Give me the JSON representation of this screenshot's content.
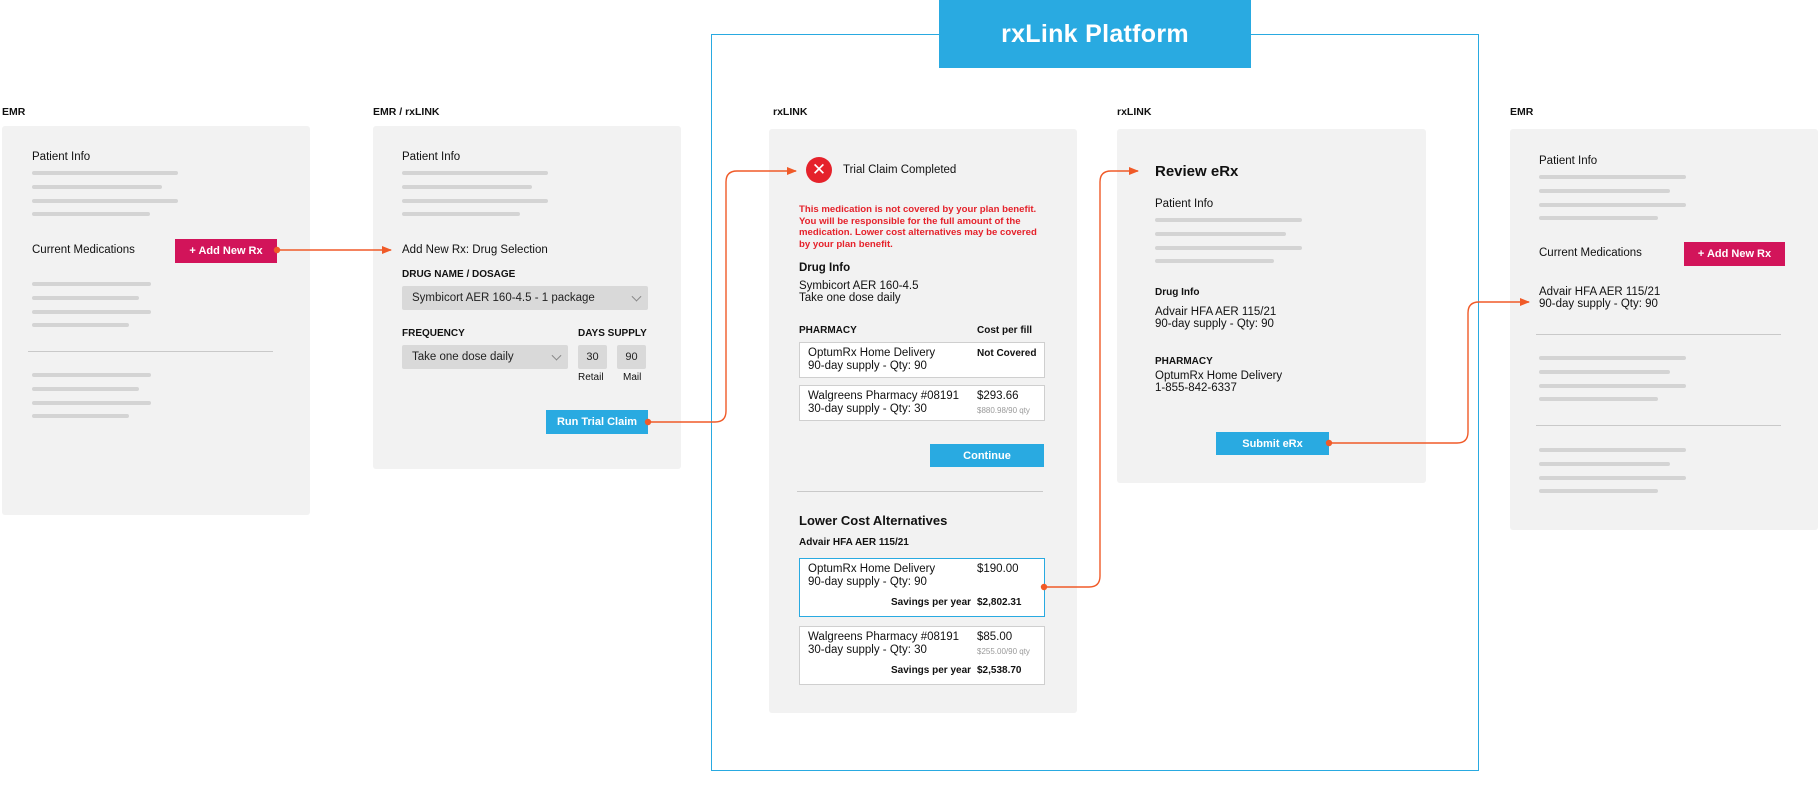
{
  "platform": {
    "title": "rxLink Platform"
  },
  "colors": {
    "accent_blue": "#29aae1",
    "accent_pink": "#d2145a",
    "connector_orange": "#f05a28",
    "error_red": "#e5222b",
    "panel_grey": "#f2f2f2"
  },
  "screens": {
    "emr1": {
      "header": "EMR",
      "patient_info": "Patient Info",
      "current_medications": "Current Medications",
      "add_button": "+ Add New Rx"
    },
    "emr_rxlink": {
      "header": "EMR / rxLINK",
      "patient_info": "Patient Info",
      "section_title": "Add New Rx: Drug Selection",
      "drug_label": "DRUG NAME / DOSAGE",
      "drug_value": "Symbicort AER 160-4.5 - 1 package",
      "frequency_label": "FREQUENCY",
      "frequency_value": "Take one dose daily",
      "days_supply_label": "DAYS SUPPLY",
      "retail_value": "30",
      "mail_value": "90",
      "retail_label": "Retail",
      "mail_label": "Mail",
      "run_button": "Run Trial Claim"
    },
    "rxlink_claim": {
      "header": "rxLINK",
      "status": "Trial Claim Completed",
      "warning": [
        "This medication is not covered by your plan benefit.",
        "You will be responsible for the full amount of the",
        "medication. Lower cost alternatives may be covered",
        "by your plan benefit."
      ],
      "drug_info_label": "Drug Info",
      "drug_name": "Symbicort AER 160-4.5",
      "drug_directions": "Take one dose daily",
      "pharmacy_label": "PHARMACY",
      "cost_label": "Cost per fill",
      "pharmacies": [
        {
          "name": "OptumRx Home Delivery",
          "supply": "90-day supply - Qty: 90",
          "cost": "Not Covered",
          "sub": ""
        },
        {
          "name": "Walgreens Pharmacy #08191",
          "supply": "30-day supply - Qty: 30",
          "cost": "$293.66",
          "sub": "$880.98/90 qty"
        }
      ],
      "continue_button": "Continue",
      "alternatives_title": "Lower Cost Alternatives",
      "alternative_drug": "Advair HFA AER 115/21",
      "alternatives": [
        {
          "name": "OptumRx Home Delivery",
          "supply": "90-day supply - Qty: 90",
          "cost": "$190.00",
          "sub": "",
          "savings_label": "Savings per year",
          "savings": "$2,802.31"
        },
        {
          "name": "Walgreens Pharmacy #08191",
          "supply": "30-day supply - Qty: 30",
          "cost": "$85.00",
          "sub": "$255.00/90 qty",
          "savings_label": "Savings per year",
          "savings": "$2,538.70"
        }
      ]
    },
    "rxlink_review": {
      "header": "rxLINK",
      "title": "Review eRx",
      "patient_info": "Patient Info",
      "drug_info_label": "Drug Info",
      "drug_name": "Advair HFA AER 115/21",
      "drug_supply": "90-day supply - Qty: 90",
      "pharmacy_label": "PHARMACY",
      "pharmacy_name": "OptumRx Home Delivery",
      "pharmacy_phone": "1-855-842-6337",
      "submit_button": "Submit eRx"
    },
    "emr2": {
      "header": "EMR",
      "patient_info": "Patient Info",
      "current_medications": "Current Medications",
      "add_button": "+ Add New Rx",
      "med_name": "Advair HFA AER 115/21",
      "med_supply": "90-day supply - Qty: 90"
    }
  }
}
